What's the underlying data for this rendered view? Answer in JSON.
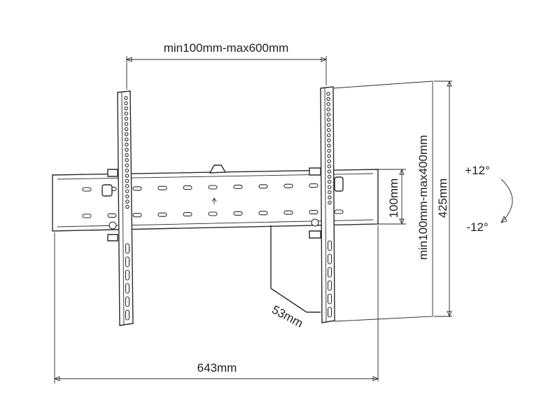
{
  "dimensions": {
    "vesa_width": "min100mm-max600mm",
    "vesa_height": "min100mm-max400mm",
    "bracket_height": "425mm",
    "plate_height": "100mm",
    "depth": "53mm",
    "overall_width": "643mm",
    "tilt_up": "+12°",
    "tilt_down": "-12°"
  },
  "colors": {
    "line": "#2a2a2a",
    "text": "#1e1e1e",
    "background": "#ffffff"
  }
}
